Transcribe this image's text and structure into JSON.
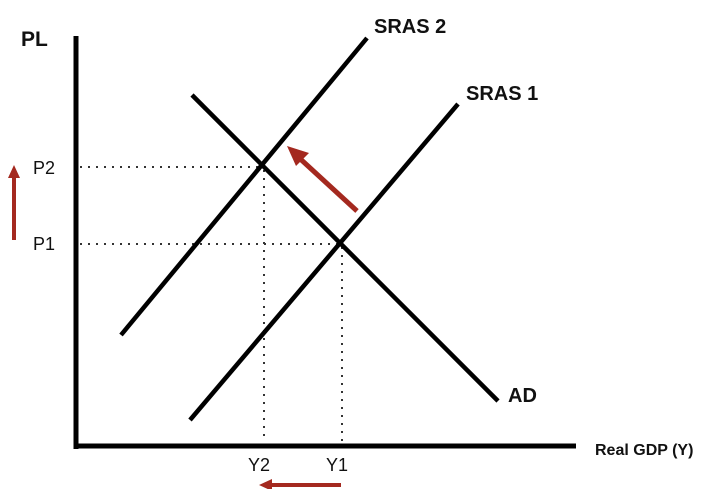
{
  "axes": {
    "y_label": "PL",
    "x_label": "Real GDP (Y)"
  },
  "price_levels": {
    "p1": "P1",
    "p2": "P2"
  },
  "output_levels": {
    "y1": "Y1",
    "y2": "Y2"
  },
  "curves": {
    "sras1": "SRAS 1",
    "sras2": "SRAS 2",
    "ad": "AD"
  },
  "colors": {
    "line": "#000000",
    "guide": "#333333",
    "arrow": "#a4291f"
  }
}
